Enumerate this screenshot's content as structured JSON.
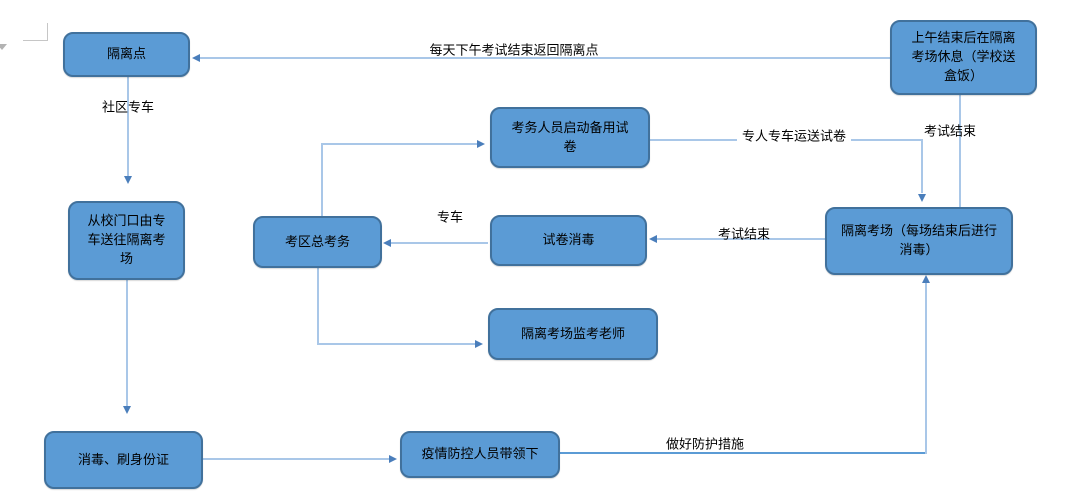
{
  "diagram": {
    "type": "flowchart",
    "colors": {
      "node_fill": "#5b9bd5",
      "node_border": "#41719c",
      "connector_light": "#a9c7e8",
      "connector_strong": "#5b9bd5",
      "arrowhead": "#4a7ebb",
      "text": "#000000",
      "background": "#ffffff"
    },
    "nodes": {
      "isolation_point": {
        "label": "隔离点"
      },
      "rest_room": {
        "label": "上午结束后在隔离考场休息（学校送盒饭）"
      },
      "backup_paper": {
        "label": "考务人员启动备用试卷"
      },
      "chief_office": {
        "label": "考区总考务"
      },
      "paper_disinfect": {
        "label": "试卷消毒"
      },
      "isolation_room": {
        "label": "隔离考场（每场结束后进行消毒）"
      },
      "invigilator": {
        "label": "隔离考场监考老师"
      },
      "school_gate": {
        "label": "从校门口由专车送往隔离考场"
      },
      "disinfect_id": {
        "label": "消毒、刷身份证"
      },
      "epidemic_staff": {
        "label": "疫情防控人员带领下"
      }
    },
    "edges": [
      {
        "from": "rest_room",
        "to": "isolation_point",
        "label": "每天下午考试结束返回隔离点"
      },
      {
        "from": "isolation_point",
        "to": "school_gate",
        "label": "社区专车"
      },
      {
        "from": "school_gate",
        "to": "disinfect_id",
        "label": ""
      },
      {
        "from": "disinfect_id",
        "to": "epidemic_staff",
        "label": ""
      },
      {
        "from": "epidemic_staff",
        "to": "isolation_room",
        "label": "做好防护措施"
      },
      {
        "from": "isolation_room",
        "to": "paper_disinfect",
        "label": "考试结束"
      },
      {
        "from": "paper_disinfect",
        "to": "chief_office",
        "label": "专车"
      },
      {
        "from": "chief_office",
        "to": "backup_paper",
        "label": ""
      },
      {
        "from": "chief_office",
        "to": "invigilator",
        "label": ""
      },
      {
        "from": "backup_paper",
        "to": "isolation_room",
        "label": "专人专车运送试卷"
      },
      {
        "from": "rest_room",
        "to": "isolation_room",
        "label": "考试结束"
      }
    ]
  }
}
